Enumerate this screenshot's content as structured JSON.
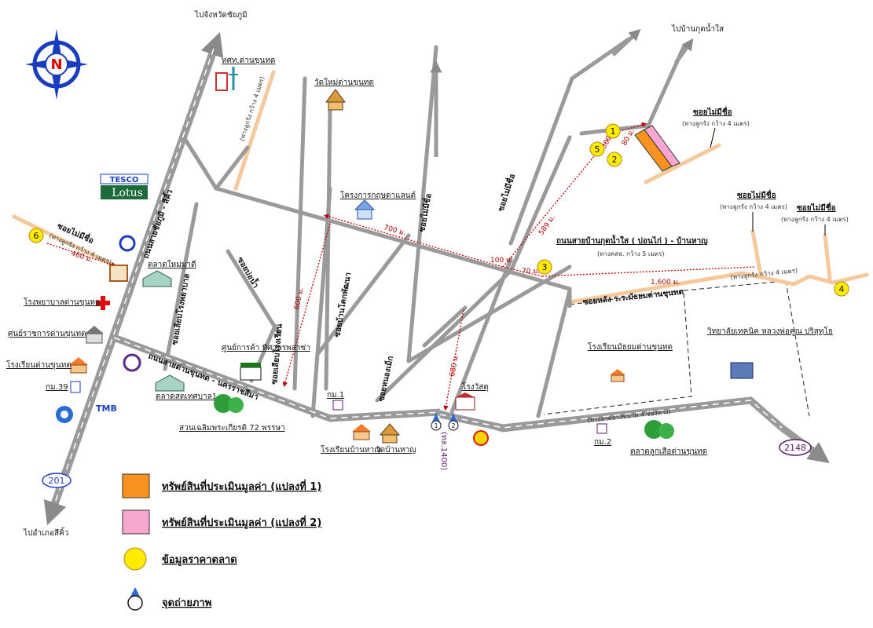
{
  "destinations": {
    "top_left": "ไปจังหวัดชัยภูมิ",
    "top_right": "ไปบ้านกุดน้ำใส",
    "bottom_left": "ไปอำเภอสีคิ้ว"
  },
  "roads": {
    "main_diagonal": "ถนนสายชัยภูมิ - สีคิ้ว",
    "main_lower": "ถนนสายด่านขุนทด - นครราชสีมา",
    "middle": "ถนนสายบ้านกุดน้ำใส ( บ่อนไก่ ) - บ้านหาญ",
    "middle_sub": "(ทางคสล. กว้าง 5 เมตร)",
    "hospital_soi": "ซอยเลียบโรงพยาบาล",
    "school_soi": "ซอยเลียบโรงเรียน",
    "unnamed_1": "ซอยไม่มีชื่อ",
    "unnamed_2": "ซอยไม่มีชื่อ",
    "unnamed_3": "ซอยไม่มีชื่อ",
    "soi_left_1": "ซอยบ่อน้ำ",
    "soi_left_2": "ซอยบ้านโคกพัฒนา",
    "soi_bottom": "ซอยหนองเม็ก",
    "soi_right": "ซอยหลัง ร.ร.มัธยมด่านขุนทด",
    "bottom_right_sub": "(ทางลาดยางขนาด 4 ช่องทาง)"
  },
  "side_soi": {
    "label": "ซอยไม่มีชื่อ",
    "sub": "(ทางลูกรัง กว้าง 4 เมตร)"
  },
  "places": {
    "tot": "ทศท.ด่านขุนทด",
    "temple_top": "วัดใหม่ด่านขุนทด",
    "project": "โครงการกฤษดาแลนด์",
    "market_new": "ตลาดใหม่มาดี",
    "hospital": "โรงพยาบาลด่านขุนทด",
    "gov_center": "ศูนย์ราชการด่านขุนทด",
    "school_left": "โรงเรียนด่านขุนทด",
    "market_muni": "ตลาดสดเทศบาล1",
    "park": "สวนเฉลิมพระเกียรติ 72 พรรษา",
    "trade_center": "ศูนย์การค้า ทิศาพรพลาซ่า",
    "school_banhan": "โรงเรียนบ้านหาญ",
    "temple_banhan": "วัดบ้านหาญ",
    "school_mattayom": "โรงเรียนมัธยมด่านขุนทด",
    "college": "วิทยาลัยเทคนิค หลวงพ่อคูณ ปริสุทฺโธ",
    "market_tiny": "ตลาดลูกเสือด่านขุนทด",
    "hotel": "โรงวัสดุ"
  },
  "distances": {
    "d700": "700 ม.",
    "d589": "589 ม.",
    "d100": "100 ม.",
    "d70": "70 ม.",
    "d1600": "1,600 ม.",
    "d460": "460 ม.",
    "d600": "600 ม.",
    "d680": "680 ม.",
    "d80": "80 ม.",
    "d300": "300 ม."
  },
  "highway": {
    "h201": "201",
    "h2148": "2148",
    "h1": "กม.1",
    "h2": "กม.2",
    "h39": "กม.39",
    "h1400": "(ทล.1400)"
  },
  "brands": {
    "tesco": "TESCO",
    "lotus": "Lotus",
    "tmb": "TMB"
  },
  "compass": "N",
  "markers": [
    "1",
    "2",
    "3",
    "4",
    "5",
    "6"
  ],
  "photo_points": [
    "1",
    "2"
  ],
  "legend": [
    {
      "label": "ทรัพย์สินที่ประเมินมูลค่า (แปลงที่ 1)",
      "color": "#f7931e"
    },
    {
      "label": "ทรัพย์สินที่ประเมินมูลค่า (แปลงที่ 2)",
      "color": "#f7a7d0"
    },
    {
      "label": "ข้อมูลราคาตลาด",
      "color": "#ffeb00"
    },
    {
      "label": "จุดถ่ายภาพ",
      "color": "#2b6bd6"
    }
  ],
  "colors": {
    "road": "#9a9a9a",
    "dirt_road": "#f5c99b",
    "distance_line": "#c00000",
    "marker": "#ffeb00",
    "plot1": "#f7931e",
    "plot2": "#f7a7d0"
  }
}
